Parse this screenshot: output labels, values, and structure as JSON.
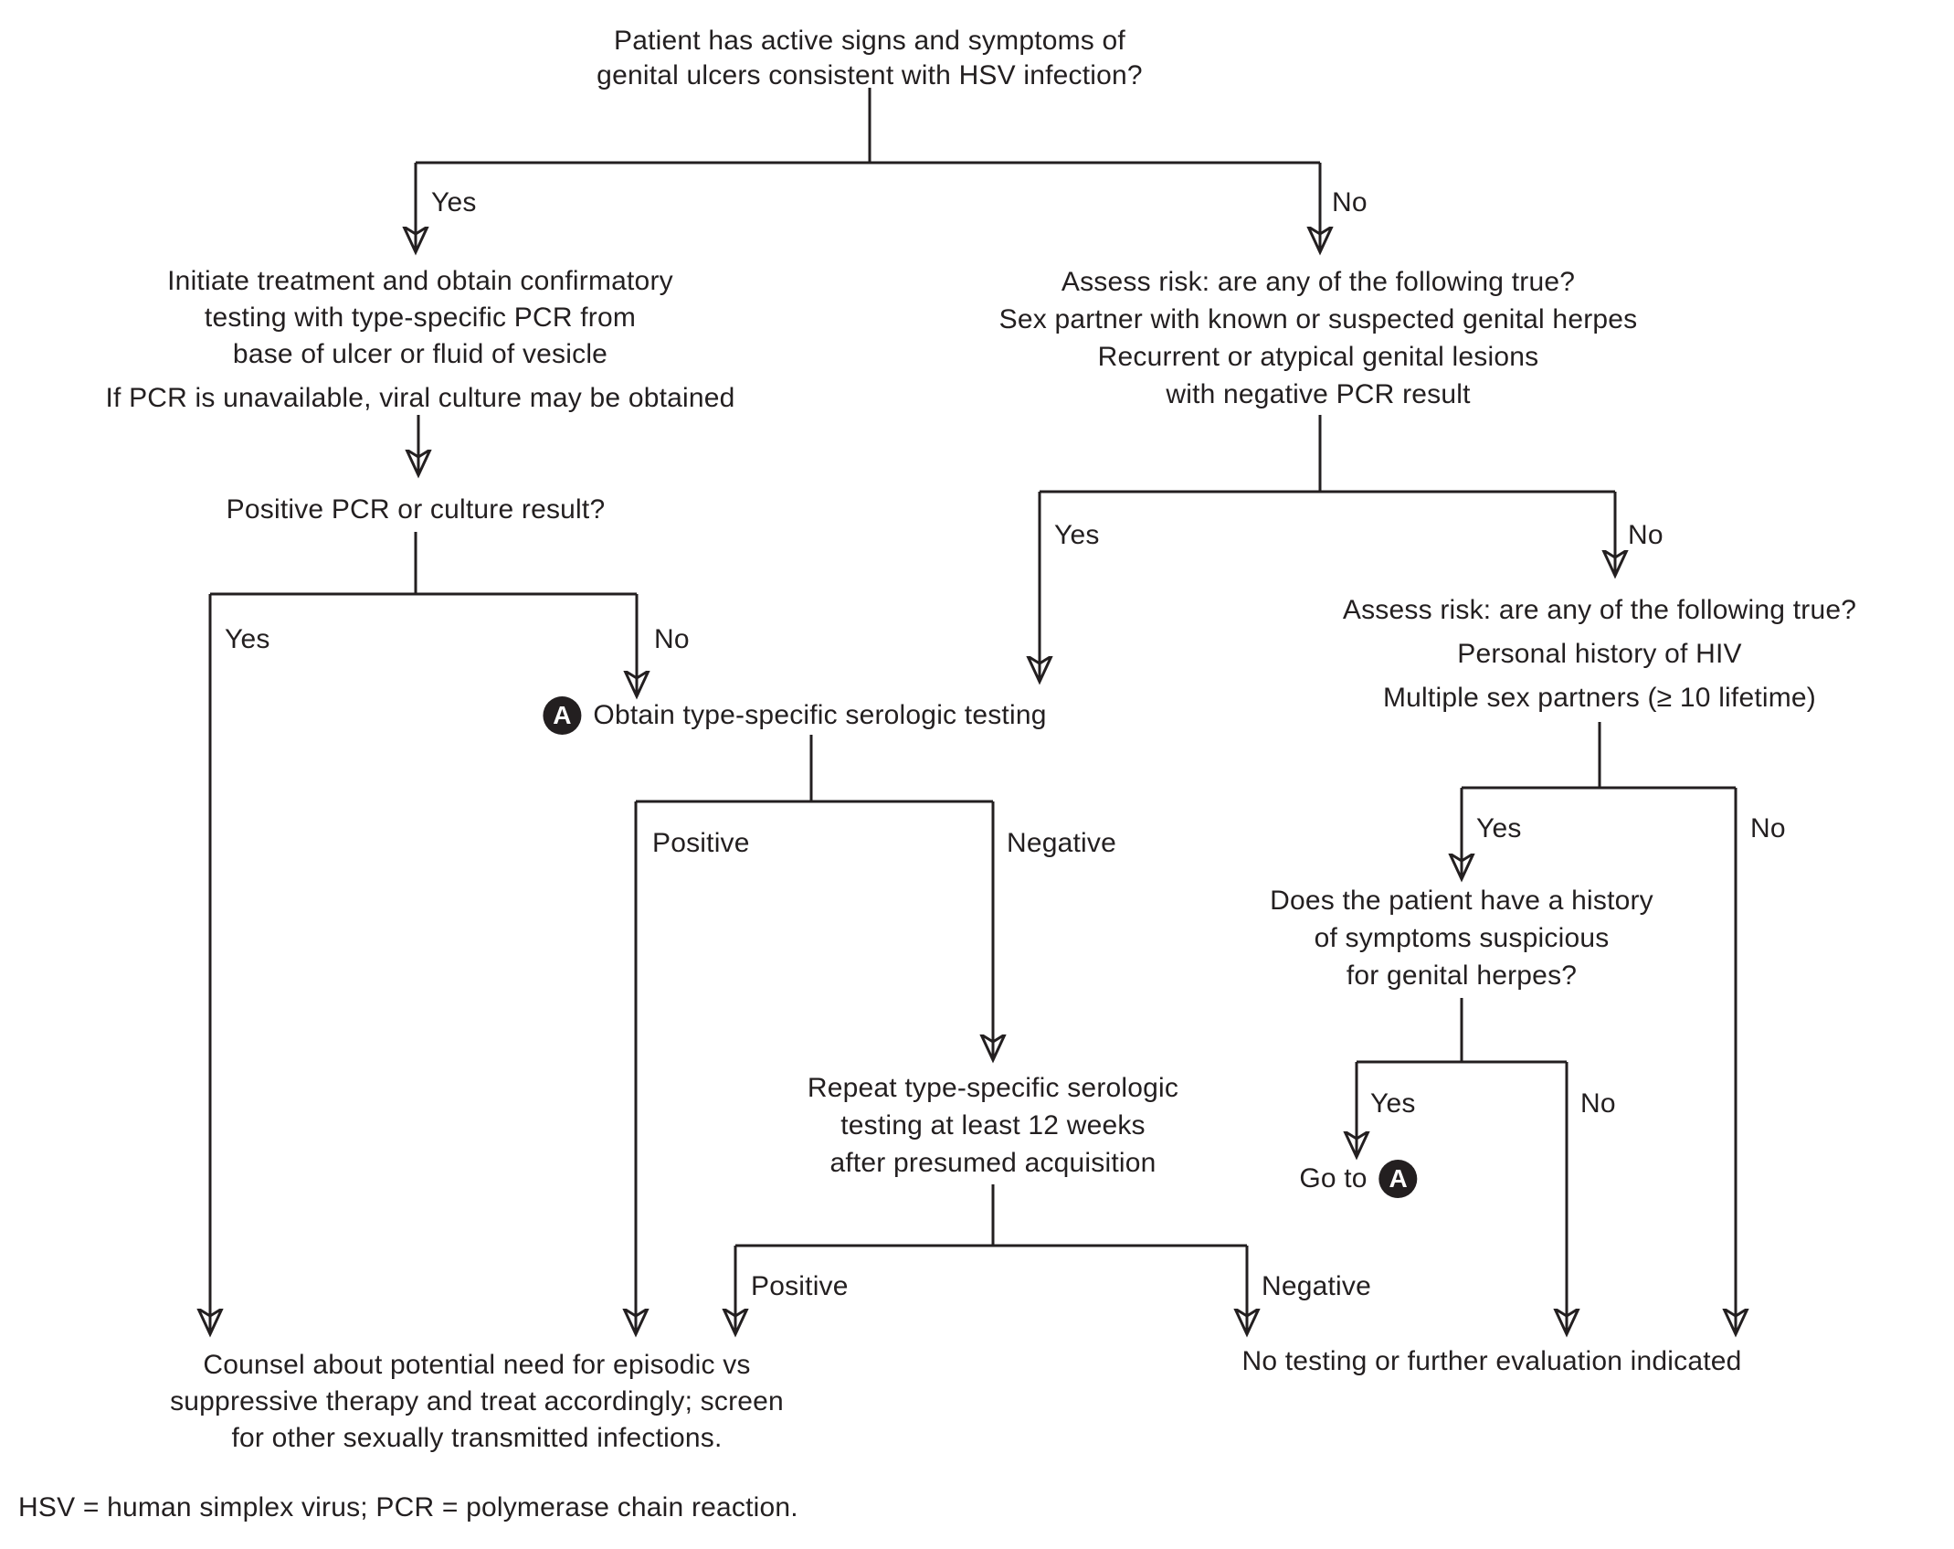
{
  "page": {
    "background": "#ffffff",
    "ink_color": "#231f20"
  },
  "badge_letter": "A",
  "nodes": {
    "top_question": {
      "lines": [
        "Patient has active signs and symptoms of",
        "genital ulcers consistent with HSV infection?"
      ]
    },
    "initiate_treatment": {
      "lines": [
        "Initiate treatment and obtain confirmatory",
        "testing with type-specific PCR from",
        "base of ulcer or fluid of vesicle",
        "If PCR is unavailable, viral culture may be obtained"
      ]
    },
    "pcr_question": {
      "line": "Positive PCR or culture result?"
    },
    "obtain_serologic": {
      "label": "Obtain type-specific serologic testing"
    },
    "assess_risk_1": {
      "lines": [
        "Assess risk: are any of the following true?",
        "Sex partner with known or suspected genital herpes",
        "Recurrent or atypical genital lesions",
        "with negative PCR result"
      ]
    },
    "assess_risk_2": {
      "lines": [
        "Assess risk: are any of the following true?",
        "Personal history of HIV",
        "Multiple sex partners (≥ 10 lifetime)"
      ]
    },
    "history_question": {
      "lines": [
        "Does the patient have a history",
        "of symptoms suspicious",
        "for genital herpes?"
      ]
    },
    "repeat_testing": {
      "lines": [
        "Repeat type-specific serologic",
        "testing at least 12 weeks",
        "after presumed acquisition"
      ]
    },
    "goto_a": {
      "label": "Go to"
    },
    "counsel": {
      "lines": [
        "Counsel about potential need for episodic vs",
        "suppressive therapy and treat accordingly; screen",
        "for other sexually transmitted infections."
      ]
    },
    "no_testing": {
      "line": "No testing or further evaluation indicated"
    }
  },
  "branch_labels": {
    "root_yes": "Yes",
    "root_no": "No",
    "pcr_yes": "Yes",
    "pcr_no": "No",
    "assess1_yes": "Yes",
    "assess1_no": "No",
    "serologic_positive": "Positive",
    "serologic_negative": "Negative",
    "assess2_yes": "Yes",
    "assess2_no": "No",
    "history_yes": "Yes",
    "history_no": "No",
    "repeat_positive": "Positive",
    "repeat_negative": "Negative"
  },
  "footnote": "HSV = human simplex virus; PCR = polymerase chain reaction."
}
